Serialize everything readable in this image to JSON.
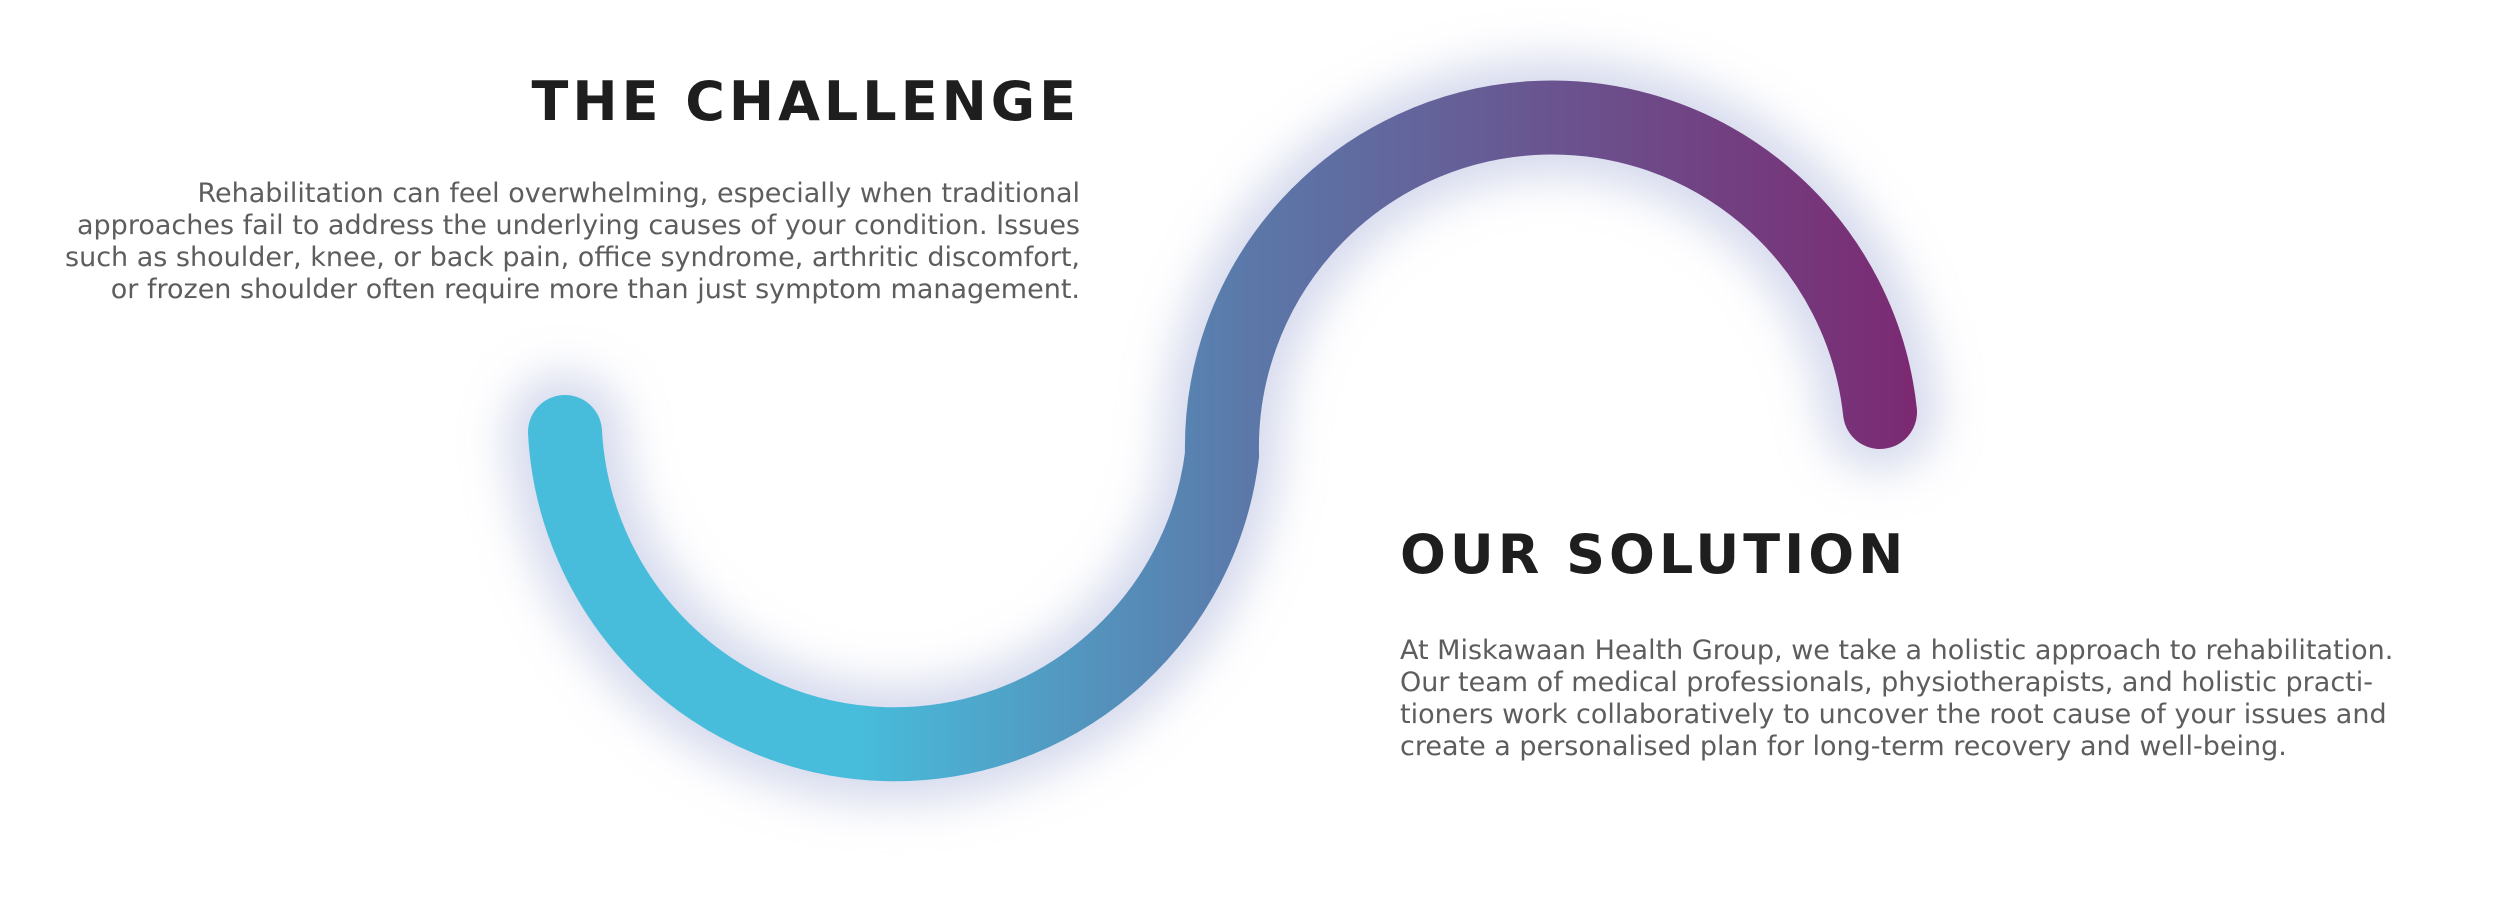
{
  "challenge": {
    "heading": "THE CHALLENGE",
    "lines": [
      "Rehabilitation can feel overwhelming, especially when traditional",
      "approaches fail to address the underlying causes of your condition. Issues",
      "such as shoulder, knee, or back pain, office syndrome, arthritic discomfort,",
      "or frozen shoulder often require more than just symptom management."
    ]
  },
  "solution": {
    "heading": "OUR SOLUTION",
    "lines": [
      "At Miskawaan Health Group, we take a holistic approach to rehabilitation.",
      "Our team of medical professionals, physiotherapists, and holistic practi-",
      "tioners work collaboratively to uncover the root cause of your issues and",
      "create a personalised plan for long-term recovery and well-being."
    ]
  },
  "colors": {
    "wave_start": "#48bcdb",
    "wave_mid": "#5b78a9",
    "wave_end": "#7b2a72",
    "heading": "#1e1e1e",
    "body": "#5d5d5d"
  }
}
